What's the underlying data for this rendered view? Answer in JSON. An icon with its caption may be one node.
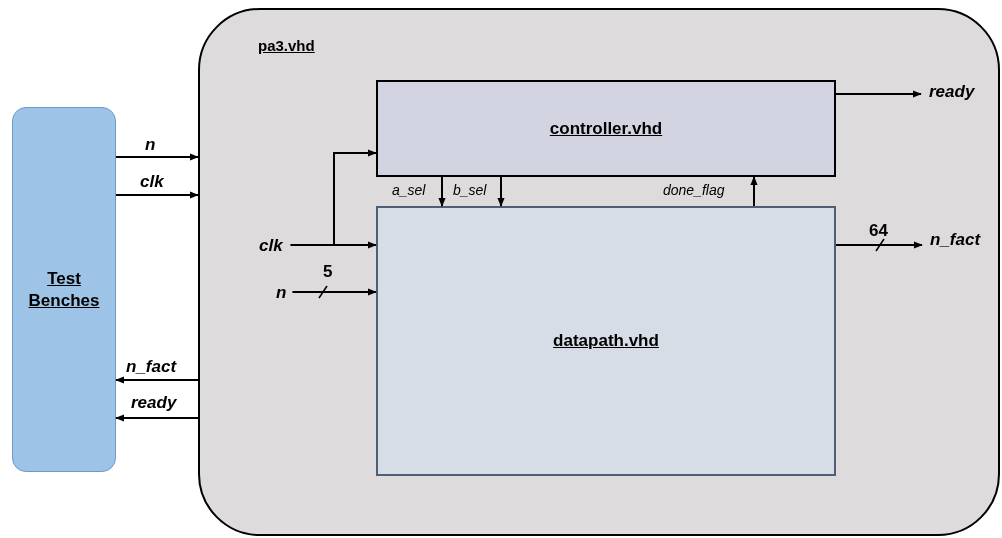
{
  "diagram": {
    "nodes": [
      {
        "text": [
          "Test Benches"
        ]
      },
      {
        "text": [
          "pa3.vhd"
        ]
      },
      {
        "text": [
          "controller.vhd"
        ],
        "in": 1
      },
      {
        "text": [
          "datapath.vhd"
        ],
        "in": 1
      },
      {
        "text": [
          "clk"
        ],
        "in": 1
      },
      {
        "text": [
          "n"
        ],
        "in": 1
      },
      {
        "text": [
          "ready"
        ],
        "in": 1
      },
      {
        "text": [
          "n_fact"
        ],
        "in": 1
      }
    ],
    "edges": [
      {
        "from": 0,
        "to": 1,
        "arrow": "to",
        "label": "n"
      },
      {
        "from": 0,
        "to": 1,
        "arrow": "to",
        "label": "clk"
      },
      {
        "from": 4,
        "to": 2,
        "arrow": "to"
      },
      {
        "from": 4,
        "to": 3,
        "arrow": "to"
      },
      {
        "from": 5,
        "to": 3,
        "arrow": "to",
        "label": "5"
      },
      {
        "from": 2,
        "to": 3,
        "arrow": "to",
        "label": "a_sel"
      },
      {
        "from": 2,
        "to": 3,
        "arrow": "to",
        "label": "b_sel"
      },
      {
        "from": 3,
        "to": 2,
        "arrow": "to",
        "label": "done_flag"
      },
      {
        "from": 2,
        "to": 6,
        "arrow": "to"
      },
      {
        "from": 3,
        "to": 7,
        "arrow": "to",
        "label": "64"
      },
      {
        "from": 1,
        "to": 0,
        "arrow": "to",
        "label": "n_fact"
      },
      {
        "from": 1,
        "to": 0,
        "arrow": "to",
        "label": "ready"
      }
    ]
  }
}
